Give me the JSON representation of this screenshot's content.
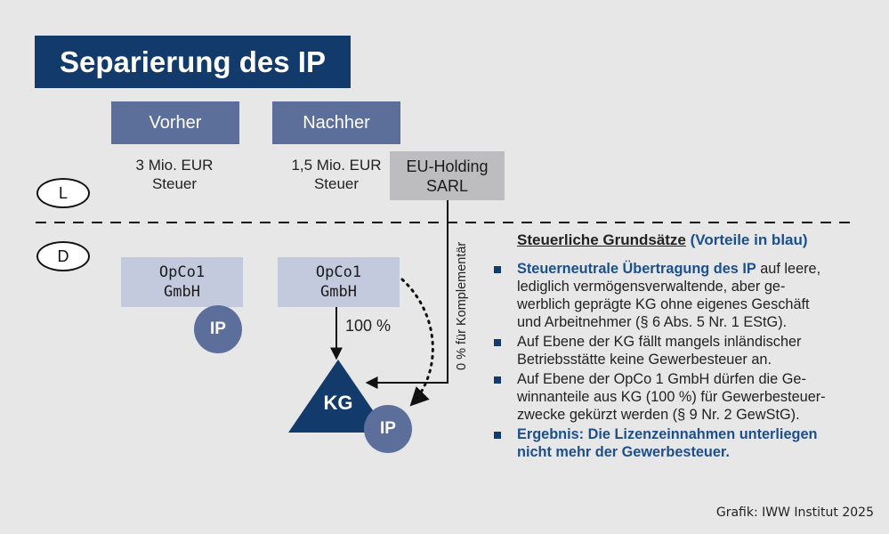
{
  "title": "Separierung des IP",
  "phases": {
    "before": "Vorher",
    "after": "Nachher"
  },
  "costs": {
    "before": [
      "3 Mio. EUR",
      "Steuer"
    ],
    "after": [
      "1,5 Mio. EUR",
      "Steuer"
    ]
  },
  "holding": [
    "EU-Holding",
    "SARL"
  ],
  "levels": {
    "top": "L",
    "bottom": "D"
  },
  "opco_left": [
    "OpCo1",
    "GmbH"
  ],
  "opco_right": [
    "OpCo1",
    "GmbH"
  ],
  "ip_label": "IP",
  "kg_label": "KG",
  "share_label": "100 %",
  "komplementaer_label": "0 % für Komplementär",
  "panel": {
    "heading": "Steuerliche Grundsätze",
    "heading_note": "(Vorteile in blau)",
    "bullets": [
      {
        "highlight": "Steuerneutrale Übertragung des IP",
        "lines": [
          " auf leere,",
          "lediglich vermögensverwaltende, aber ge-",
          "werblich geprägte KG ohne eigenes Geschäft",
          "und Arbeitnehmer (§ 6 Abs. 5 Nr. 1 EStG)."
        ]
      },
      {
        "highlight": "",
        "lines": [
          "Auf Ebene der KG fällt mangels inländischer",
          "Betriebsstätte keine Gewerbesteuer an."
        ]
      },
      {
        "highlight": "",
        "lines": [
          "Auf Ebene der OpCo 1 GmbH dürfen die Ge-",
          "winnanteile aus KG (100 %) für Gewerbesteuer-",
          "zwecke gekürzt werden (§ 9 Nr. 2 GewStG)."
        ]
      },
      {
        "highlight": "",
        "result": [
          "Ergebnis: Die Lizenzeinnahmen unterliegen",
          "nicht mehr der Gewerbesteuer."
        ]
      }
    ]
  },
  "credit": "Grafik: IWW Institut 2025",
  "colors": {
    "navy": "#123b6c",
    "slate": "#5c6f9b",
    "light": "#c4cadd",
    "gray": "#bdbdbf",
    "background": "#e7e7e8"
  }
}
